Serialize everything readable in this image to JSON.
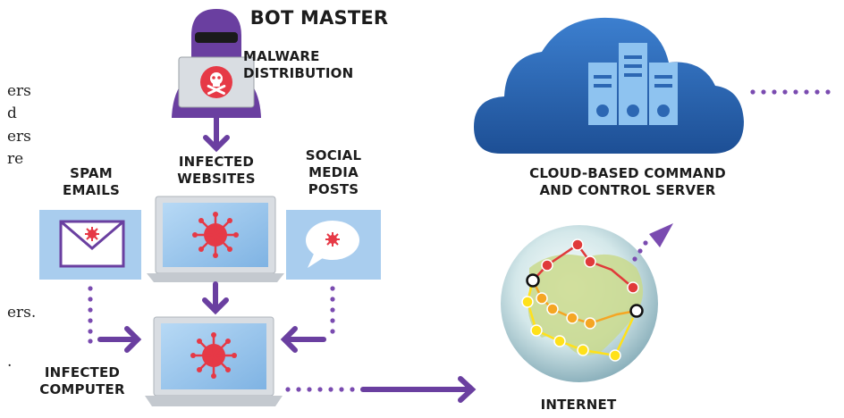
{
  "labels": {
    "bot_master": "BOT MASTER",
    "malware_distribution": [
      "MALWARE",
      "DISTRIBUTION"
    ],
    "spam_emails": [
      "SPAM",
      "EMAILS"
    ],
    "infected_websites": [
      "INFECTED",
      "WEBSITES"
    ],
    "social_media_posts": [
      "SOCIAL",
      "MEDIA",
      "POSTS"
    ],
    "cloud_server": [
      "CLOUD-BASED COMMAND",
      "AND CONTROL SERVER"
    ],
    "infected_computer": [
      "INFECTED",
      "COMPUTER"
    ],
    "internet": "INTERNET"
  },
  "text_fragments": {
    "frag_1": "ers",
    "frag_2": "d",
    "frag_3": "ers",
    "frag_4": "re",
    "frag_5": "ers.",
    "frag_6": "."
  },
  "colors": {
    "purple": "#6a3fa0",
    "dot_purple": "#7a4bb0",
    "virus_red": "#e63946",
    "screen_blue": "#9cc6ea",
    "laptop_gray": "#d9dde2",
    "cloud_blue": "#2c67b3",
    "server_light": "#8ec3f0",
    "route_red": "#e03a3a",
    "route_orange": "#f5a623",
    "route_yellow": "#ffe11a"
  }
}
